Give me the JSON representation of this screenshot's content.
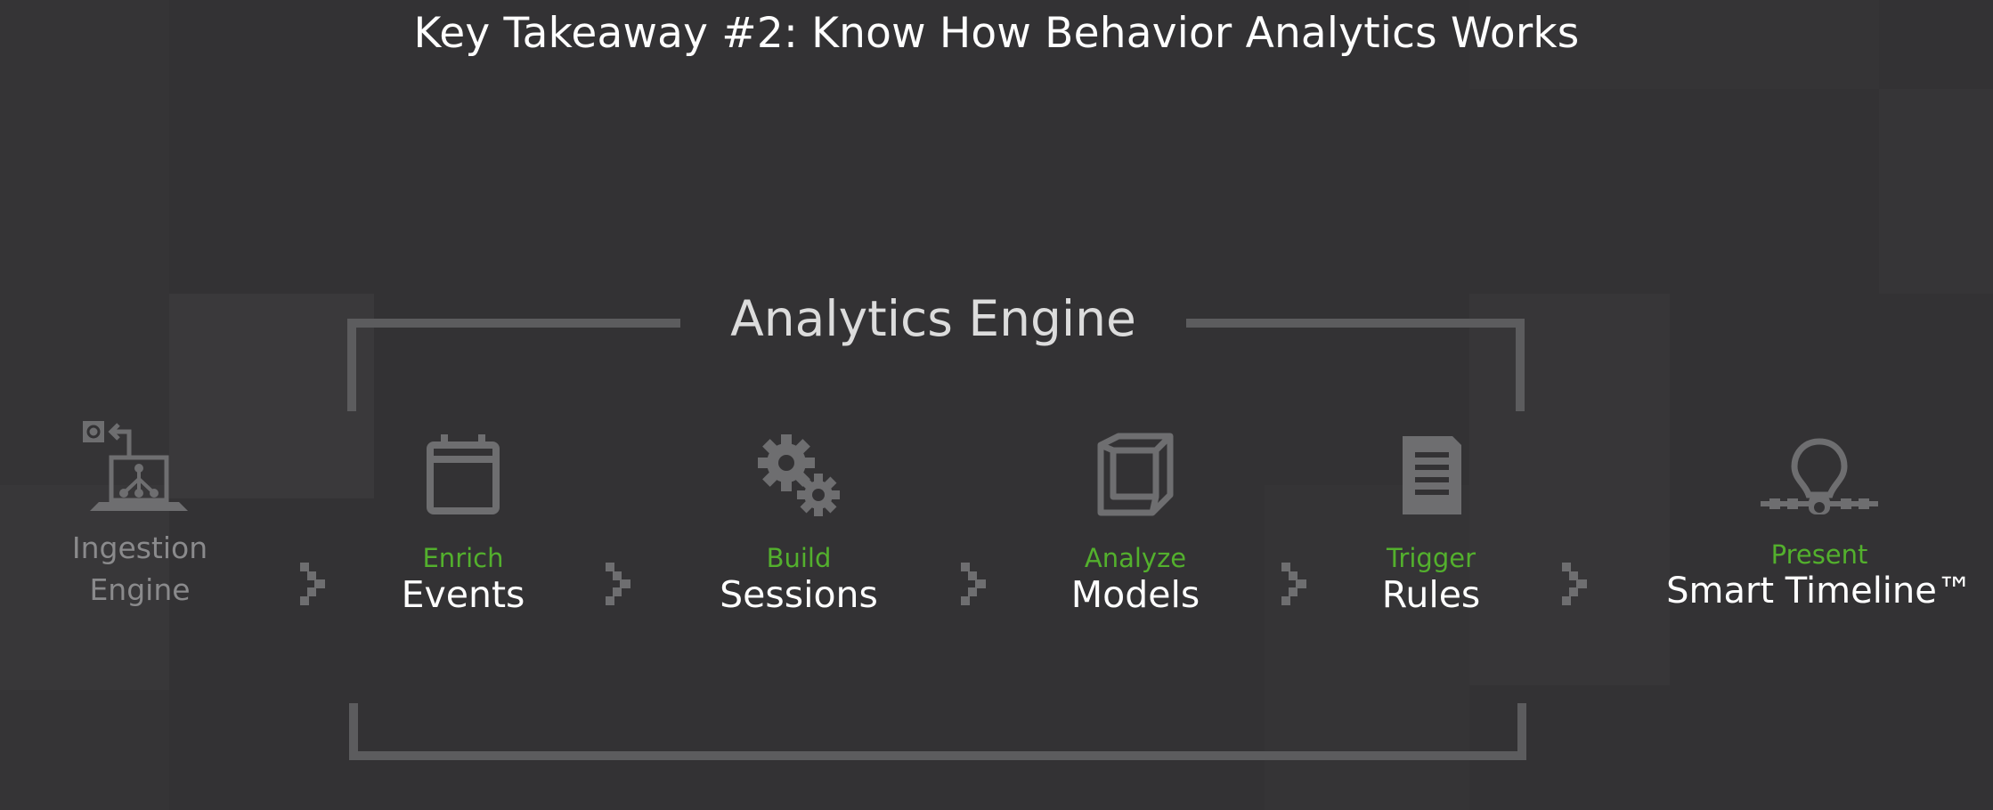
{
  "title": "Key Takeaway #2: Know How Behavior Analytics Works",
  "engine_title": "Analytics Engine",
  "ingestion": {
    "line1": "Ingestion",
    "line2": "Engine",
    "icon": "laptop-network-icon"
  },
  "stages": [
    {
      "verb": "Enrich",
      "noun": "Events",
      "icon": "calendar-icon"
    },
    {
      "verb": "Build",
      "noun": "Sessions",
      "icon": "gears-icon"
    },
    {
      "verb": "Analyze",
      "noun": "Models",
      "icon": "cube-icon"
    },
    {
      "verb": "Trigger",
      "noun": "Rules",
      "icon": "document-icon"
    },
    {
      "verb": "Present",
      "noun": "Smart Timeline™",
      "icon": "lightbulb-timeline-icon"
    }
  ],
  "colors": {
    "background": "#333234",
    "accent_green": "#53b02d",
    "bracket_gray": "#5c5c5e",
    "icon_gray": "#6e6e70"
  }
}
